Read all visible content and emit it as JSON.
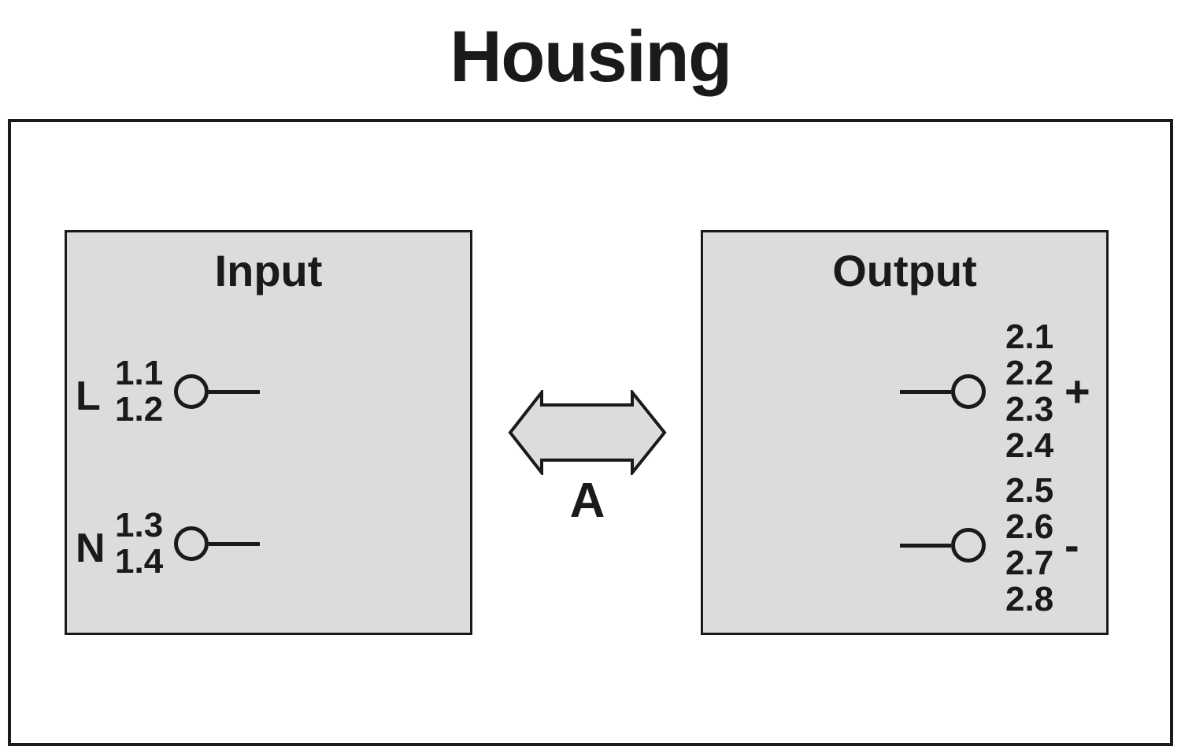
{
  "title": "Housing",
  "input": {
    "title": "Input",
    "terminals": [
      {
        "label": "L",
        "pins": [
          "1.1",
          "1.2"
        ]
      },
      {
        "label": "N",
        "pins": [
          "1.3",
          "1.4"
        ]
      }
    ]
  },
  "output": {
    "title": "Output",
    "groups": [
      {
        "pins": [
          "2.1",
          "2.2",
          "2.3",
          "2.4"
        ],
        "polarity": "+"
      },
      {
        "pins": [
          "2.5",
          "2.6",
          "2.7",
          "2.8"
        ],
        "polarity": "-"
      }
    ]
  },
  "arrow": {
    "label": "A"
  },
  "colors": {
    "panel_fill": "#dcdcdc",
    "line": "#1a1a1a",
    "background": "#ffffff"
  }
}
